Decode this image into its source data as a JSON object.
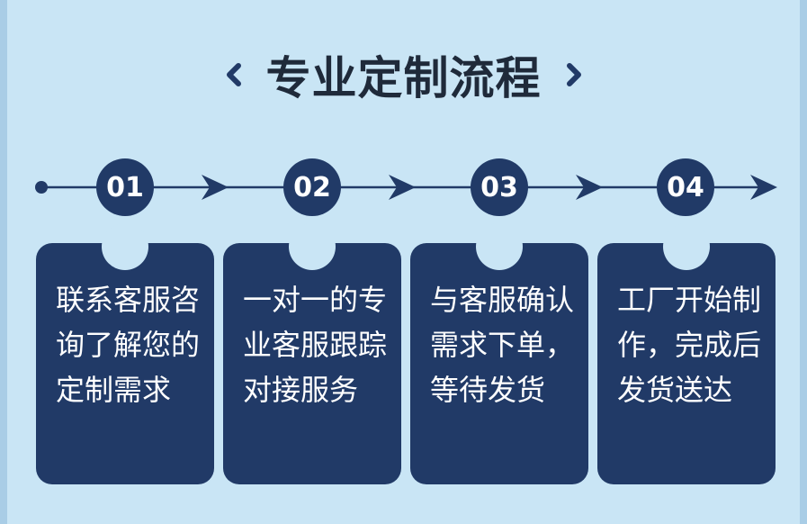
{
  "title": "专业定制流程",
  "steps": [
    {
      "number": "01",
      "text": "联系客服咨询了解您的定制需求"
    },
    {
      "number": "02",
      "text": "一对一的专业客服跟踪对接服务"
    },
    {
      "number": "03",
      "text": "与客服确认需求下单，等待发货"
    },
    {
      "number": "04",
      "text": "工厂开始制作，完成后发货送达"
    }
  ],
  "colors": {
    "background": "#c9e5f5",
    "accent": "#213a67",
    "title": "#1f2a3a"
  }
}
